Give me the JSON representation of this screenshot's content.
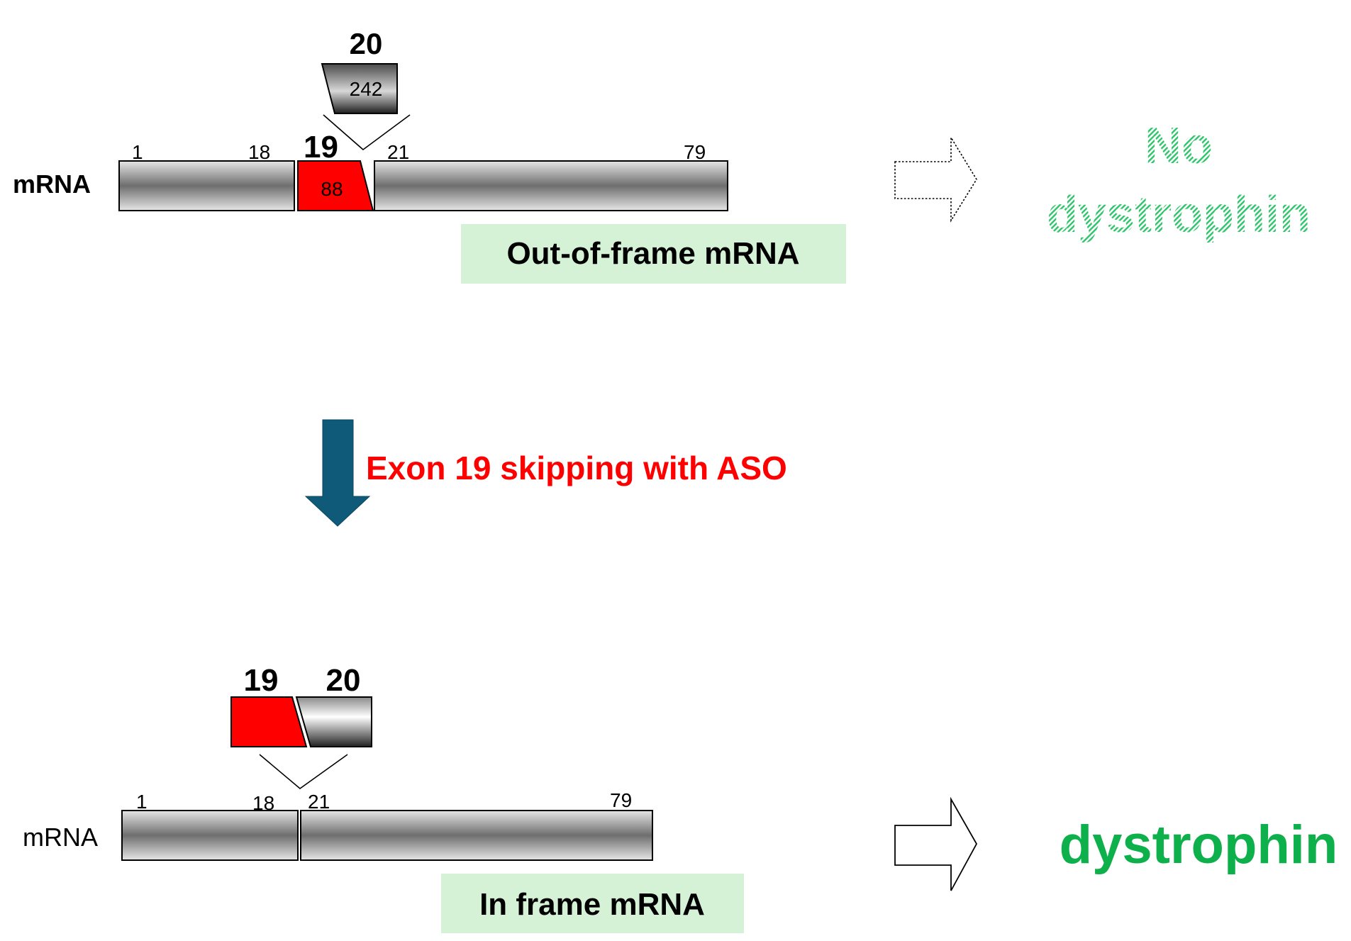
{
  "top_panel": {
    "mrna_label": "mRNA",
    "exon_numbers": {
      "first": "1",
      "before_gap": "18",
      "exon19": "19",
      "after_gap": "21",
      "last": "79"
    },
    "exon19_length": "88",
    "exon20": {
      "number": "20",
      "length": "242"
    },
    "frame_label": "Out-of-frame mRNA",
    "outcome_line1": "No",
    "outcome_line2": "dystrophin"
  },
  "step": {
    "label": "Exon 19 skipping with ASO"
  },
  "bottom_panel": {
    "mrna_label": "mRNA",
    "skipped_exons": {
      "exon19": "19",
      "exon20": "20"
    },
    "exon_numbers": {
      "first": "1",
      "before_gap": "18",
      "after_gap": "21",
      "last": "79"
    },
    "frame_label": "In frame mRNA",
    "outcome": "dystrophin"
  },
  "colors": {
    "exon19_red": "#ff0000",
    "label_box_green": "#d6f2d6",
    "outcome_green": "#0db04b",
    "hatched_green": "#2ec46a",
    "step_arrow_teal": "#0e5a78",
    "step_text_red": "#ff0000"
  }
}
